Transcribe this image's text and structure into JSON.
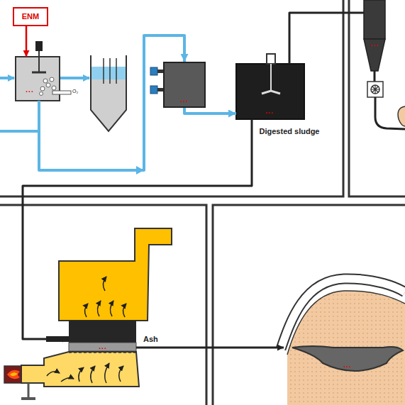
{
  "diagram": {
    "nodes": [
      {
        "text": [
          "ENM"
        ]
      },
      {
        "text": [
          "..."
        ]
      },
      {
        "text": [
          "..."
        ]
      },
      {
        "text": [
          "...",
          "Digested sludge"
        ]
      },
      {
        "text": [
          "..."
        ]
      },
      {
        "text": [
          "..."
        ]
      },
      {
        "text": [
          "..."
        ]
      }
    ],
    "edges": [
      {
        "from": 0,
        "to": 1,
        "arrow": "to"
      },
      {
        "from": 1,
        "to": 2,
        "arrow": "to"
      },
      {
        "from": 2,
        "to": 3,
        "arrow": "to"
      },
      {
        "from": 3,
        "to": 4,
        "arrow": "none"
      },
      {
        "from": 3,
        "to": 5,
        "arrow": "to"
      },
      {
        "from": 5,
        "to": 6,
        "label": "Ash",
        "arrow": "to"
      }
    ],
    "labels": [
      "O₂"
    ]
  }
}
